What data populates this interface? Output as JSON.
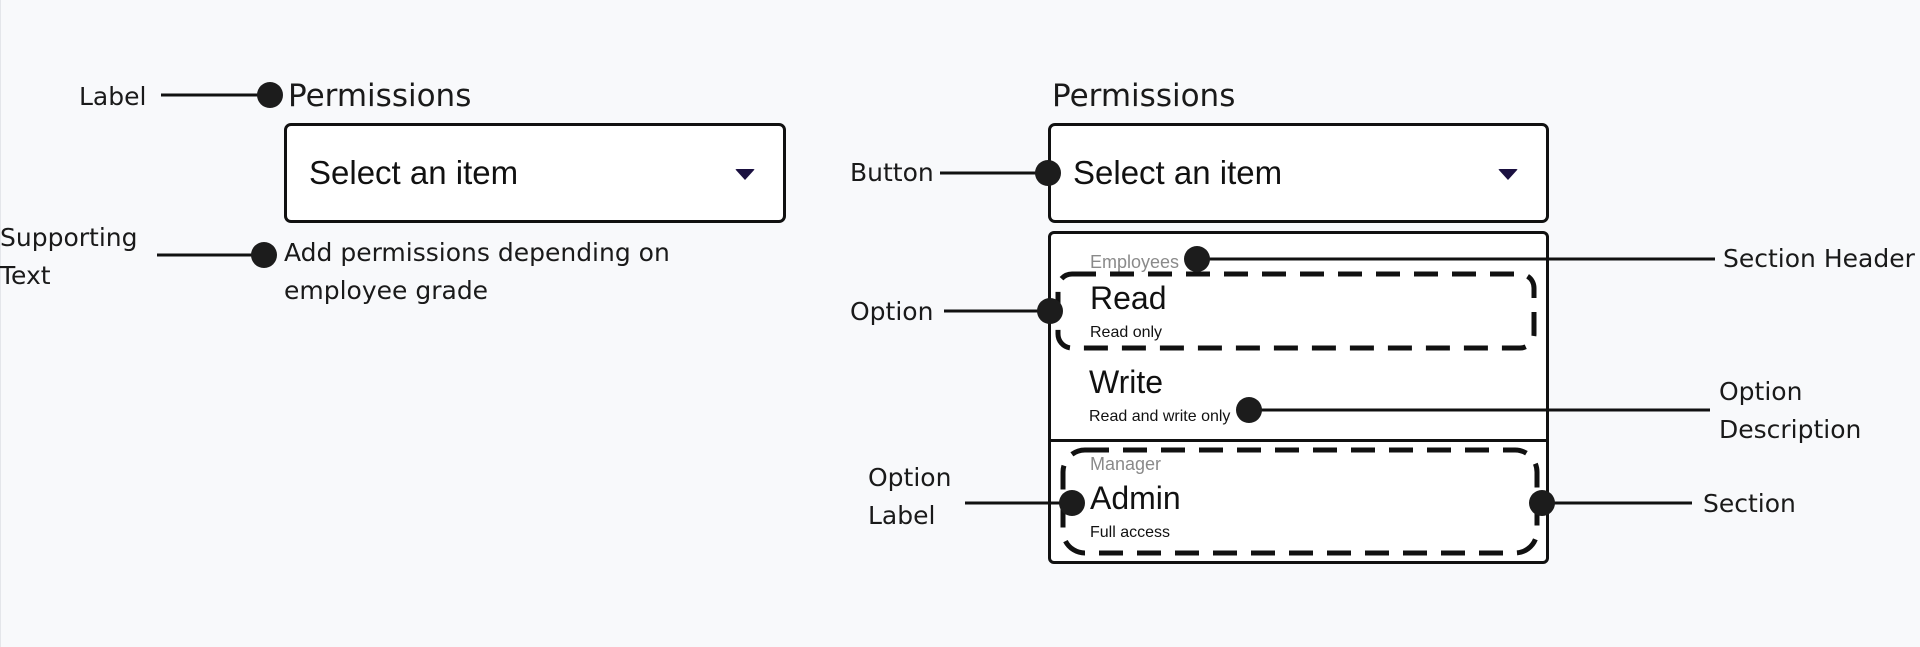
{
  "callouts": {
    "label": "Label",
    "supporting_text": "Supporting\nText",
    "button": "Button",
    "option": "Option",
    "option_label": "Option\nLabel",
    "section_header": "Section Header",
    "option_description": "Option\nDescription",
    "section": "Section"
  },
  "closed_select": {
    "label": "Permissions",
    "value": "Select an item",
    "supporting_text": "Add permissions depending on\nemployee grade"
  },
  "open_select": {
    "label": "Permissions",
    "value": "Select an item",
    "sections": [
      {
        "header": "Employees",
        "options": [
          {
            "label": "Read",
            "description": "Read only"
          },
          {
            "label": "Write",
            "description": "Read and write only"
          }
        ]
      },
      {
        "header": "Manager",
        "options": [
          {
            "label": "Admin",
            "description": "Full access"
          }
        ]
      }
    ]
  },
  "icons": {
    "caret": "caret-down-icon",
    "dot": "callout-dot"
  },
  "colors": {
    "ink": "#111111",
    "background": "#f8f9fb",
    "section_header": "#8a8a8a",
    "caret": "#1a1040"
  }
}
